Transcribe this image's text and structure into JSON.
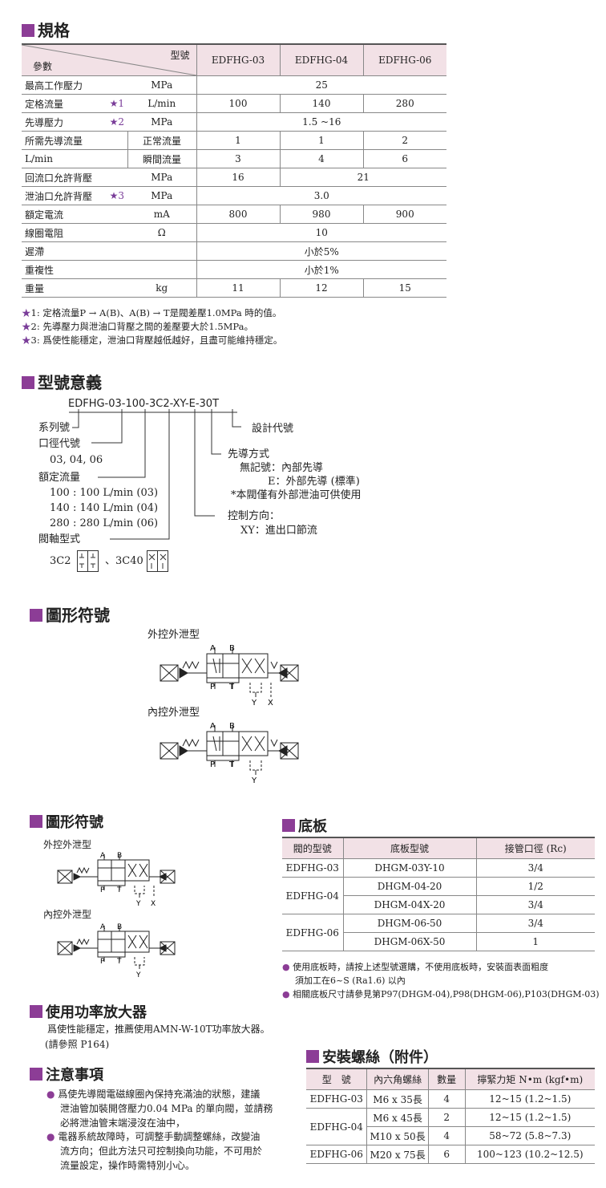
{
  "spec": {
    "heading": "規格",
    "header_model": "型號",
    "header_param": "參數",
    "models": [
      "EDFHG-03",
      "EDFHG-04",
      "EDFHG-06"
    ],
    "rows": [
      {
        "label": "最高工作壓力",
        "unit": "MPa",
        "merged": "25"
      },
      {
        "label": "定格流量",
        "star": "★1",
        "unit": "L/min",
        "values": [
          "100",
          "140",
          "280"
        ]
      },
      {
        "label": "先導壓力",
        "star": "★2",
        "unit": "MPa",
        "merged": "1.5 ~16"
      },
      {
        "label": "所需先導流量",
        "sub": "正常流量",
        "values": [
          "1",
          "1",
          "2"
        ]
      },
      {
        "label": "L/min",
        "sub": "瞬間流量",
        "values": [
          "3",
          "4",
          "6"
        ]
      },
      {
        "label": "回流口允許背壓",
        "unit": "MPa",
        "first": "16",
        "rest": "21"
      },
      {
        "label": "泄油口允許背壓",
        "star": "★3",
        "unit": "MPa",
        "merged": "3.0"
      },
      {
        "label": "額定電流",
        "unit": "mA",
        "values": [
          "800",
          "980",
          "900"
        ]
      },
      {
        "label": "線圈電阻",
        "unit": "Ω",
        "merged": "10"
      },
      {
        "label": "遲滯",
        "merged": "小於5%"
      },
      {
        "label": "重複性",
        "merged": "小於1%"
      },
      {
        "label": "重量",
        "unit": "kg",
        "values": [
          "11",
          "12",
          "15"
        ]
      }
    ],
    "notes": [
      {
        "star": "★",
        "text": "1: 定格流量P → A(B)、A(B) → T是閥差壓1.0MPa 時的值。"
      },
      {
        "star": "★",
        "text": "2: 先導壓力與泄油口背壓之間的差壓要大於1.5MPa。"
      },
      {
        "star": "★",
        "text": "3: 爲使性能穩定，泄油口背壓越低越好，且盡可能維持穩定。"
      }
    ]
  },
  "model_meaning": {
    "heading": "型號意義",
    "code": "EDFHG-03-100-3C2-XY-E-30T",
    "series": "系列號",
    "bore": "口徑代號",
    "bore_values": "03, 04, 06",
    "rated_flow": "額定流量",
    "flow_options": [
      "100 : 100 L/min (03)",
      "140 : 140 L/min (04)",
      "280 : 280 L/min (06)"
    ],
    "spool": "閥軸型式",
    "spool_a": "3C2",
    "spool_sep": "、3C40",
    "design": "設計代號",
    "pilot": "先導方式",
    "pilot_none": "無記號：內部先導",
    "pilot_e": "E：外部先導 (標準)",
    "pilot_note": "*本閥僅有外部泄油可供使用",
    "control": "控制方向：",
    "control_xy": "XY：進出口節流"
  },
  "symbols": {
    "heading": "圖形符號",
    "ext": "外控外泄型",
    "int": "內控外泄型",
    "labels": {
      "A": "A",
      "B": "B",
      "P": "P",
      "T": "T",
      "X": "X",
      "Y": "Y"
    }
  },
  "symbols_small": {
    "heading": "圖形符號",
    "ext": "外控外泄型",
    "int": "內控外泄型"
  },
  "subplate": {
    "heading": "底板",
    "headers": [
      "閥的型號",
      "底板型號",
      "接管口徑 (Rc)"
    ],
    "rows": [
      {
        "valve": "EDFHG-03",
        "plates": [
          [
            "DHGM-03Y-10",
            "3/4"
          ]
        ]
      },
      {
        "valve": "EDFHG-04",
        "plates": [
          [
            "DHGM-04-20",
            "1/2"
          ],
          [
            "DHGM-04X-20",
            "3/4"
          ]
        ]
      },
      {
        "valve": "EDFHG-06",
        "plates": [
          [
            "DHGM-06-50",
            "3/4"
          ],
          [
            "DHGM-06X-50",
            "1"
          ]
        ]
      }
    ],
    "bullets": [
      "使用底板時，請按上述型號選購，不使用底板時，安裝面表面粗度",
      "須加工在6~S (Ra1.6) 以內",
      "相關底板尺寸請參見第P97(DHGM-04),P98(DHGM-06),P103(DHGM-03)"
    ]
  },
  "amplifier": {
    "heading": "使用功率放大器",
    "line1": "爲使性能穩定，推薦使用AMN-W-10T功率放大器。",
    "line2": "(請參照 P164)"
  },
  "cautions": {
    "heading": "注意事項",
    "item1": [
      "爲使先導閥電磁線圈內保持充滿油的狀態，建議",
      "泄油管加裝開啓壓力0.04 MPa 的單向閥，並請務",
      "必將泄油管末端浸沒在油中，"
    ],
    "item2": [
      "電器系統故障時，可調整手動調整螺絲，改變油",
      "流方向；但此方法只可控制換向功能，不可用於",
      "流量設定，操作時需特別小心。"
    ]
  },
  "bolts": {
    "heading": "安裝螺絲（附件）",
    "headers": [
      "型　號",
      "內六角螺絲",
      "數量",
      "擰緊力矩 N•m (kgf•m)"
    ],
    "rows": [
      {
        "model": "EDFHG-03",
        "items": [
          [
            "M6 x 35長",
            "4",
            "12~15 (1.2~1.5)"
          ]
        ]
      },
      {
        "model": "EDFHG-04",
        "items": [
          [
            "M6 x 45長",
            "2",
            "12~15 (1.2~1.5)"
          ],
          [
            "M10 x 50長",
            "4",
            "58~72 (5.8~7.3)"
          ]
        ]
      },
      {
        "model": "EDFHG-06",
        "items": [
          [
            "M20 x 75長",
            "6",
            "100~123 (10.2~12.5)"
          ]
        ]
      }
    ]
  }
}
